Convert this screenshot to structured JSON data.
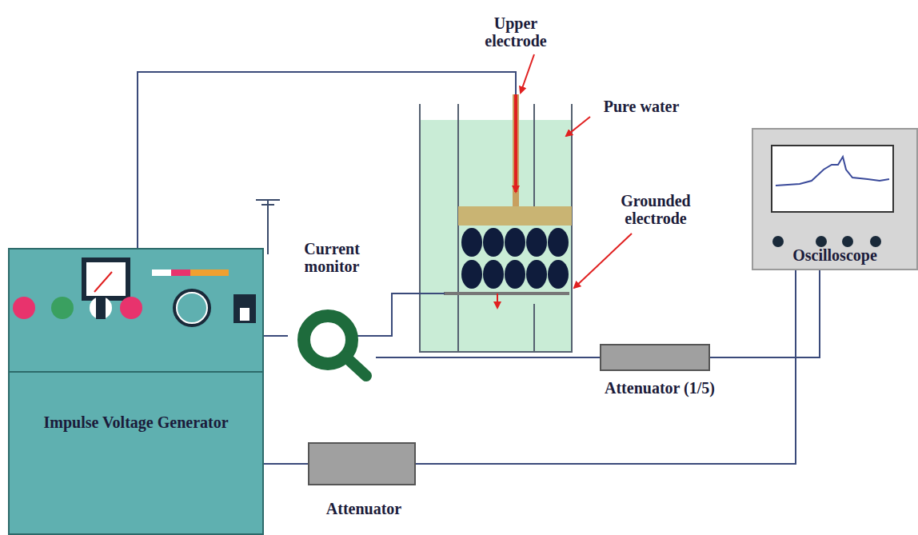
{
  "diagram": {
    "nodes": [
      {
        "text": [
          "Impulse Voltage Generator"
        ]
      },
      {
        "text": [
          "Current monitor"
        ]
      },
      {
        "text": [
          "Oscilloscope"
        ]
      },
      {
        "text": [
          "Attenuator (1/5)"
        ]
      },
      {
        "text": [
          "Attenuator"
        ]
      }
    ],
    "edges": [
      {
        "from": 0,
        "to": 1,
        "arrow": "none"
      },
      {
        "from": 1,
        "to": 3,
        "arrow": "none"
      },
      {
        "from": 3,
        "to": 2,
        "arrow": "none"
      },
      {
        "from": 0,
        "to": 4,
        "arrow": "none"
      },
      {
        "from": 4,
        "to": 2,
        "arrow": "none"
      }
    ],
    "labels": [
      "Upper electrode",
      "Pure water",
      "Grounded electrode"
    ]
  }
}
